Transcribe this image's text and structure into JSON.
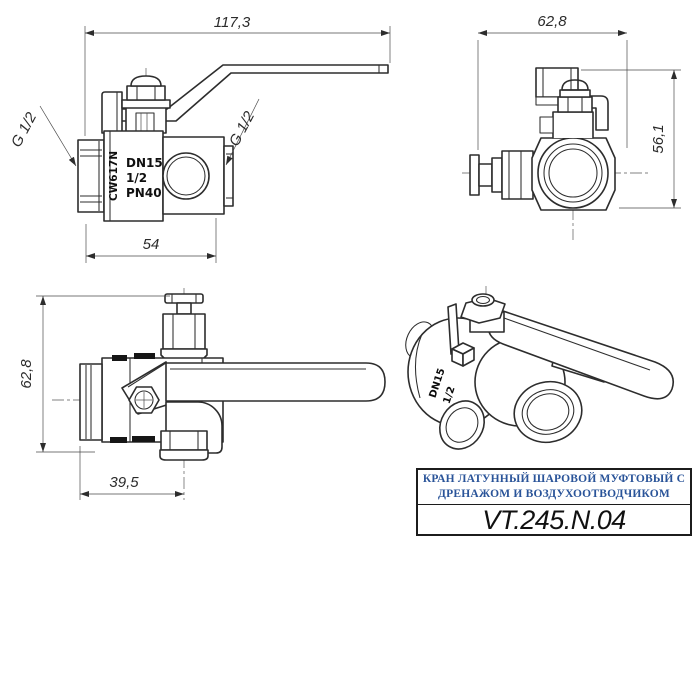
{
  "page": {
    "background": "#ffffff",
    "line_color": "#2d2d2d",
    "accent_blue": "#2a5499"
  },
  "views": {
    "side": {
      "dims": {
        "overall_length": "117,3",
        "body_length": "54"
      },
      "labels": {
        "thread_left": "G 1/2",
        "thread_right": "G 1/2"
      },
      "markings": {
        "material": "CW617N",
        "dn": "DN15",
        "size": "1/2",
        "pn": "PN40"
      }
    },
    "end": {
      "dims": {
        "width": "62,8",
        "height": "56,1"
      }
    },
    "top": {
      "dims": {
        "depth": "62,8",
        "port_to_axis": "39,5"
      }
    },
    "iso": {
      "markings": {
        "line1": "DN15",
        "line2": "1/2"
      }
    }
  },
  "title_block": {
    "title_line1": "КРАН ЛАТУННЫЙ ШАРОВОЙ МУФТОВЫЙ С",
    "title_line2": "ДРЕНАЖОМ И ВОЗДУХООТВОДЧИКОМ",
    "part_number": "VT.245.N.04"
  }
}
